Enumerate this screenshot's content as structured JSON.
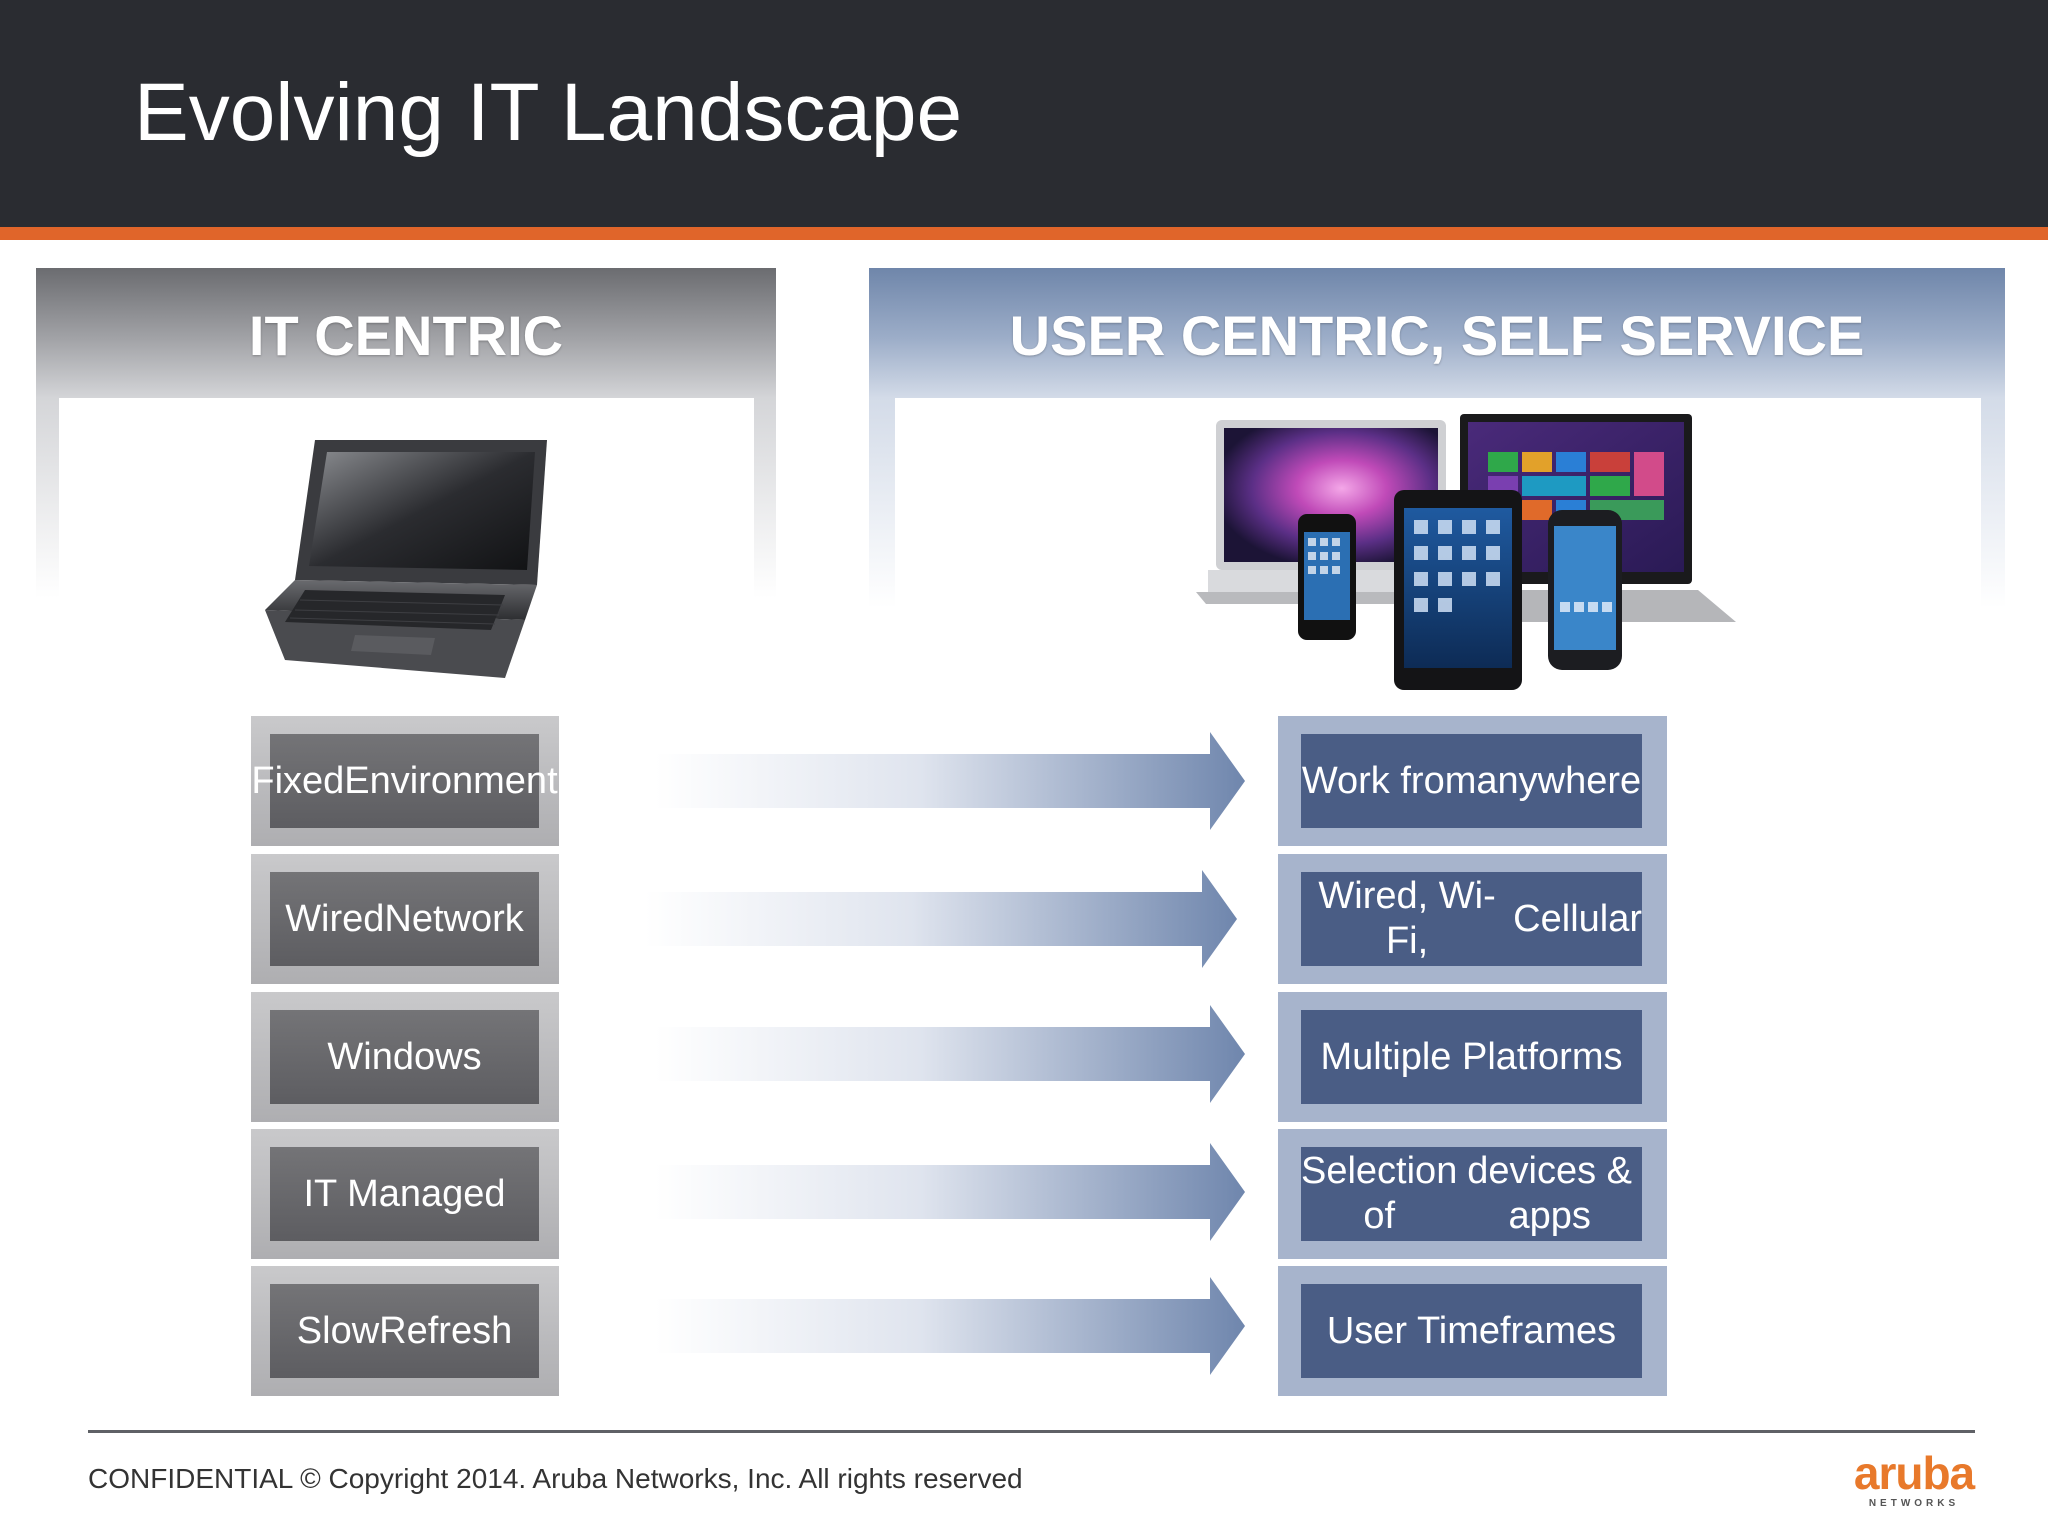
{
  "slide": {
    "title": "Evolving IT Landscape"
  },
  "left_panel": {
    "heading": "IT CENTRIC",
    "items": [
      {
        "line1": "Fixed",
        "line2": "Environment"
      },
      {
        "line1": "Wired",
        "line2": "Network"
      },
      {
        "line1": "Windows",
        "line2": ""
      },
      {
        "line1": "IT Managed",
        "line2": ""
      },
      {
        "line1": "Slow",
        "line2": "Refresh"
      }
    ]
  },
  "right_panel": {
    "heading": "USER CENTRIC, SELF SERVICE",
    "items": [
      {
        "line1": "Work from",
        "line2": "anywhere"
      },
      {
        "line1": "Wired, Wi-Fi,",
        "line2": "Cellular"
      },
      {
        "line1": "Multiple Platforms",
        "line2": ""
      },
      {
        "line1": "Selection of",
        "line2": "devices & apps"
      },
      {
        "line1": "User Timeframes",
        "line2": ""
      }
    ]
  },
  "footer": {
    "text": "CONFIDENTIAL © Copyright 2014. Aruba Networks, Inc. All rights reserved",
    "logo_word": "aruba",
    "logo_sub": "NETWORKS"
  },
  "colors": {
    "title_bar": "#2a2c31",
    "accent": "#e0652a",
    "left_box": "#5d5d61",
    "right_box": "#4a5d85",
    "logo": "#e8792b"
  },
  "icons": [
    "laptop-icon",
    "devices-icon",
    "arrow-icon"
  ]
}
